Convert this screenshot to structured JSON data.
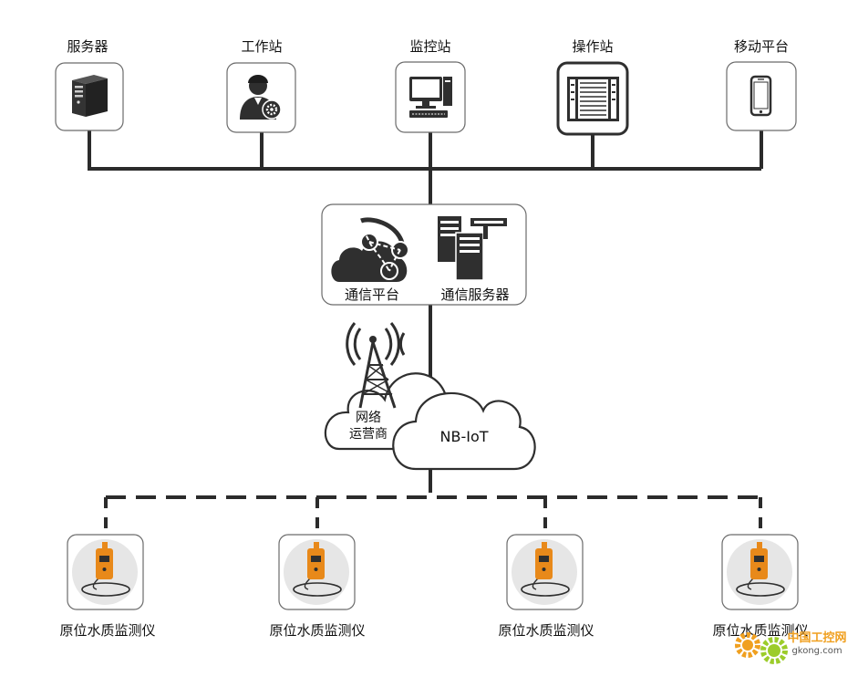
{
  "top_nodes": [
    {
      "label": "服务器",
      "icon": "server-icon"
    },
    {
      "label": "工作站",
      "icon": "workstation-user-icon"
    },
    {
      "label": "监控站",
      "icon": "monitor-computer-icon"
    },
    {
      "label": "操作站",
      "icon": "operator-panel-icon"
    },
    {
      "label": "移动平台",
      "icon": "mobile-phone-icon"
    }
  ],
  "platform_box": {
    "left_label": "通信平台",
    "left_icon": "cloud-network-icon",
    "right_label": "通信服务器",
    "right_icon": "server-rack-icon"
  },
  "network": {
    "tower_icon": "antenna-tower-icon",
    "operator_line1": "网络",
    "operator_line2": "运营商",
    "nbiot_label": "NB-IoT"
  },
  "devices": [
    {
      "label": "原位水质监测仪",
      "icon": "water-quality-sensor-icon"
    },
    {
      "label": "原位水质监测仪",
      "icon": "water-quality-sensor-icon"
    },
    {
      "label": "原位水质监测仪",
      "icon": "water-quality-sensor-icon"
    },
    {
      "label": "原位水质监测仪",
      "icon": "water-quality-sensor-icon"
    }
  ],
  "watermark": {
    "brand": "中国工控网",
    "domain": "gkong.com"
  },
  "colors": {
    "line": "#2b2b2b",
    "icon": "#2f2f2f",
    "device_orange": "#e8891a",
    "watermark_orange": "#f0a020",
    "watermark_green": "#9ccc2a"
  }
}
